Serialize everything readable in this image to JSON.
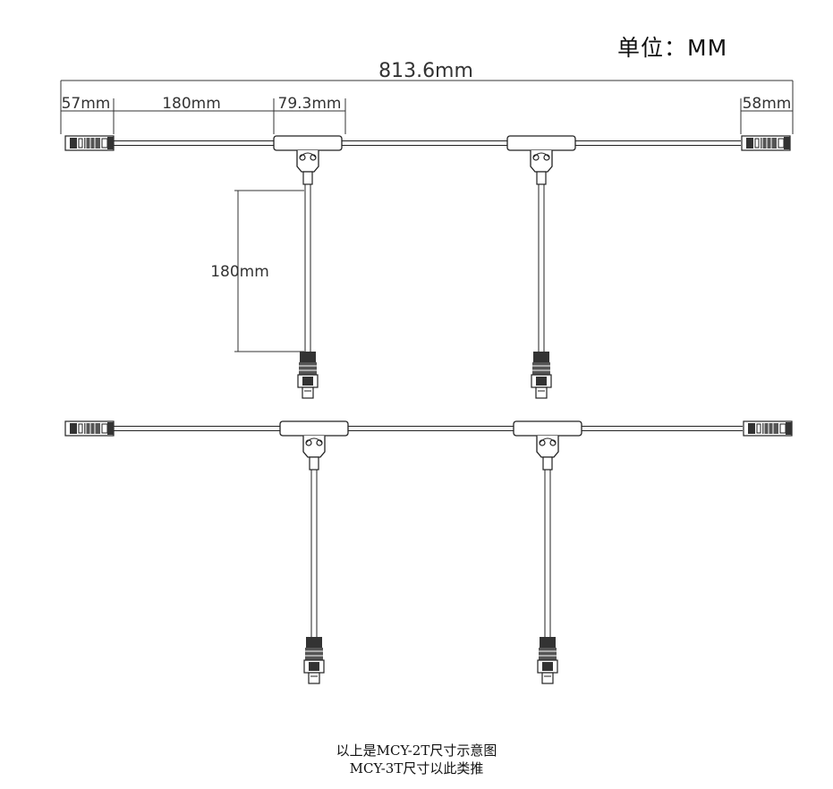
{
  "unit_label": "单位：MM",
  "dimensions": {
    "total_length": "813.6mm",
    "left_end": "57mm",
    "segment": "180mm",
    "tee_body": "79.3mm",
    "right_end": "58mm",
    "drop_length": "180mm"
  },
  "caption": {
    "line1": "以上是MCY-2T尺寸示意图",
    "line2": "MCY-3T尺寸以此类推"
  }
}
